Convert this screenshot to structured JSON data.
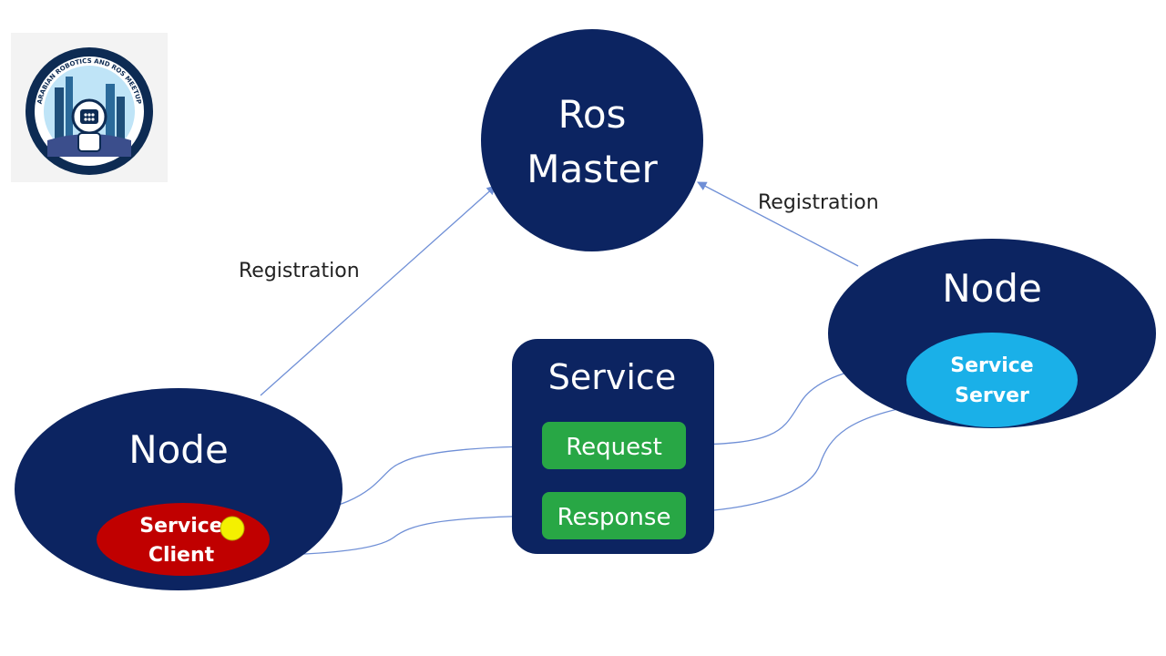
{
  "nodes": {
    "master": {
      "line1": "Ros",
      "line2": "Master"
    },
    "left_node": {
      "title": "Node",
      "client_line1": "Service",
      "client_line2": "Client"
    },
    "right_node": {
      "title": "Node",
      "server_line1": "Service",
      "server_line2": "Server"
    }
  },
  "service": {
    "title": "Service",
    "request_label": "Request",
    "response_label": "Response"
  },
  "edges": {
    "left_registration": "Registration",
    "right_registration": "Registration"
  },
  "logo": {
    "ring_text": "ARABIAN ROBOTICS AND ROS MEETUP",
    "icon": "robot-logo-icon"
  },
  "colors": {
    "navy": "#0c2461",
    "client_red": "#c00000",
    "server_cyan": "#1ab0e8",
    "green": "#28a745",
    "arrow_blue": "#6f8fd6",
    "token_yellow": "#f4f000"
  }
}
